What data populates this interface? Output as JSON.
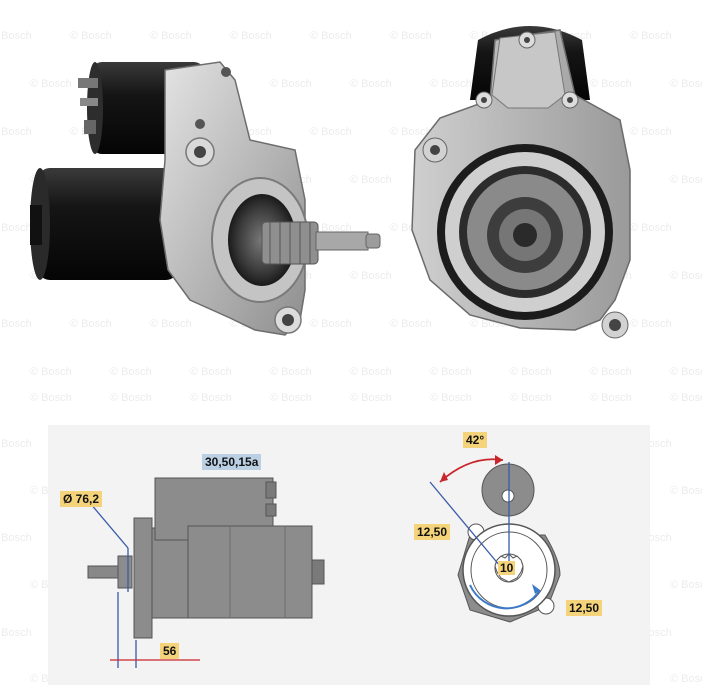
{
  "watermark": {
    "text": "© Bosch"
  },
  "side_view_dimensions": {
    "pinion_diameter": "Ø 76,2",
    "mounting_code": "30,50,15a",
    "flange_to_pinion": "56"
  },
  "front_view_dimensions": {
    "angle": "42°",
    "bolt_offset_left": "12,50",
    "bolt_offset_right": "12,50",
    "teeth_count": "10"
  },
  "colors": {
    "dimension_label": "#f4d37a",
    "code_label": "#bcd0e4",
    "dimension_line": "#3a5aa8",
    "angle_arrow": "#c8262c",
    "housing_gray": "#8c8c8c"
  }
}
